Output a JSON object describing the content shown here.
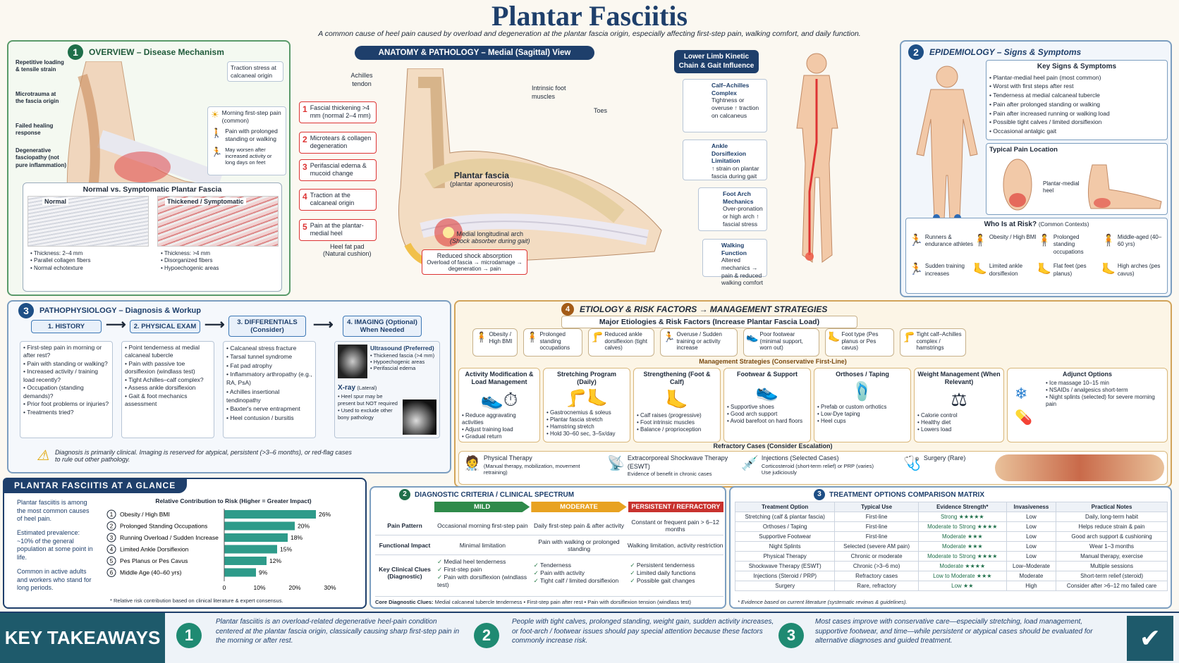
{
  "title": "Plantar Fasciitis",
  "subtitle": "A common cause of heel pain caused by overload and degeneration at the plantar fascia origin, especially affecting first-step pain, walking comfort, and daily function.",
  "overview": {
    "num": "1",
    "title": "OVERVIEW – Disease Mechanism",
    "labels": [
      "Repetitive loading & tensile strain",
      "Microtrauma at the fascia origin",
      "Failed healing response",
      "Degenerative fasciopathy (not pure inflammation)"
    ],
    "traction": "Traction stress at calcaneal origin",
    "symptoms": [
      "Morning first-step pain (common)",
      "Pain with prolonged standing or walking",
      "May worsen after increased activity or long days on feet"
    ],
    "compare_title": "Normal vs. Symptomatic Plantar Fascia",
    "normal_label": "Normal",
    "thick_label": "Thickened / Symptomatic",
    "normal_items": [
      "Thickness: 2–4 mm",
      "Parallel collagen fibers",
      "Normal echotexture"
    ],
    "thick_items": [
      "Thickness: >4 mm",
      "Disorganized fibers",
      "Hypoechogenic areas"
    ]
  },
  "anatomy": {
    "title": "ANATOMY & PATHOLOGY – Medial (Sagittal) View",
    "achilles": "Achilles tendon",
    "intrinsic": "Intrinsic foot muscles",
    "toes": "Toes",
    "fascia": "Plantar fascia",
    "fascia_sub": "(plantar aponeurosis)",
    "arch": "Medial longitudinal arch",
    "arch_sub": "(Shock absorber during gait)",
    "heelpad": "Heel fat pad",
    "heelpad_sub": "(Natural cushion)",
    "shock": "Reduced shock absorption",
    "shock_sub": "Overload of fascia → microdamage → degeneration → pain",
    "path": [
      {
        "n": "1",
        "t": "Fascial thickening >4 mm (normal 2–4 mm)"
      },
      {
        "n": "2",
        "t": "Microtears & collagen degeneration"
      },
      {
        "n": "3",
        "t": "Perifascial edema & mucoid change"
      },
      {
        "n": "4",
        "t": "Traction at the calcaneal origin"
      },
      {
        "n": "5",
        "t": "Pain at the plantar-medial heel"
      }
    ]
  },
  "kinetic": {
    "title": "Lower Limb Kinetic Chain & Gait Influence",
    "items": [
      {
        "t": "Calf–Achilles Complex",
        "d": "Tightness or overuse ↑ traction on calcaneus"
      },
      {
        "t": "Ankle Dorsiflexion Limitation",
        "d": "↑ strain on plantar fascia during gait"
      },
      {
        "t": "Foot Arch Mechanics",
        "d": "Over-pronation or high arch ↑ fascial stress"
      },
      {
        "t": "Walking Function",
        "d": "Altered mechanics → pain & reduced walking comfort"
      }
    ]
  },
  "epi": {
    "num": "2",
    "title": "EPIDEMIOLOGY – Signs & Symptoms",
    "signs_title": "Key Signs & Symptoms",
    "signs": [
      "Plantar-medial heel pain (most common)",
      "Worst with first steps after rest",
      "Tenderness at medial calcaneal tubercle",
      "Pain after prolonged standing or walking",
      "Pain after increased running or walking load",
      "Possible tight calves / limited dorsiflexion",
      "Occasional antalgic gait"
    ],
    "pain_title": "Typical Pain Location",
    "pain_label": "Plantar-medial heel",
    "risk_title": "Who Is at Risk?",
    "risk_sub": "(Common Contexts)",
    "risk": [
      "Runners & endurance athletes",
      "Obesity / High BMI",
      "Prolonged standing occupations",
      "Middle-aged (40–60 yrs)",
      "Sudden training increases",
      "Limited ankle dorsiflexion",
      "Flat feet (pes planus)",
      "High arches (pes cavus)"
    ]
  },
  "patho": {
    "num": "3",
    "title": "PATHOPHYSIOLOGY – Diagnosis & Workup",
    "steps": [
      "1. HISTORY",
      "2. PHYSICAL EXAM",
      "3. DIFFERENTIALS (Consider)",
      "4. IMAGING (Optional) When Needed"
    ],
    "history": [
      "First-step pain in morning or after rest?",
      "Pain with standing or walking?",
      "Increased activity / training load recently?",
      "Occupation (standing demands)?",
      "Prior foot problems or injuries?",
      "Treatments tried?"
    ],
    "exam": [
      "Point tenderness at medial calcaneal tubercle",
      "Pain with passive toe dorsiflexion (windlass test)",
      "Tight Achilles–calf complex?",
      "Assess ankle dorsiflexion",
      "Gait & foot mechanics assessment"
    ],
    "diff": [
      "Calcaneal stress fracture",
      "Tarsal tunnel syndrome",
      "Fat pad atrophy",
      "Inflammatory arthropathy (e.g., RA, PsA)",
      "Achilles insertional tendinopathy",
      "Baxter's nerve entrapment",
      "Heel contusion / bursitis"
    ],
    "us_title": "Ultrasound (Preferred)",
    "us": [
      "Thickened fascia (>4 mm)",
      "Hypoechogenic areas",
      "Perifascial edema"
    ],
    "xray_title": "X-ray",
    "xray_sub": "(Lateral)",
    "xray": [
      "Heel spur may be present but NOT required",
      "Used to exclude other bony pathology"
    ],
    "note": "Diagnosis is primarily clinical. Imaging is reserved for atypical, persistent (>3–6 months), or red-flag cases to rule out other pathology."
  },
  "etio": {
    "num": "4",
    "title": "ETIOLOGY & RISK FACTORS → MANAGEMENT STRATEGIES",
    "major": "Major Etiologies & Risk Factors (Increase Plantar Fascia Load)",
    "factors": [
      "Obesity / High BMI",
      "Prolonged standing occupations",
      "Reduced ankle dorsiflexion (tight calves)",
      "Overuse / Sudden training or activity increase",
      "Poor footwear (minimal support, worn out)",
      "Foot type (Pes planus or Pes cavus)",
      "Tight calf–Achilles complex / hamstrings"
    ],
    "mgmt_title": "Management Strategies (Conservative First-Line)",
    "mgmt": [
      {
        "t": "Activity Modification & Load Management",
        "i": [
          "Reduce aggravating activities",
          "Adjust training load",
          "Gradual return"
        ]
      },
      {
        "t": "Stretching Program (Daily)",
        "i": [
          "Gastrocnemius & soleus",
          "Plantar fascia stretch",
          "Hamstring stretch",
          "Hold 30–60 sec, 3–5x/day"
        ]
      },
      {
        "t": "Strengthening (Foot & Calf)",
        "i": [
          "Calf raises (progressive)",
          "Foot intrinsic muscles",
          "Balance / proprioception"
        ]
      },
      {
        "t": "Footwear & Support",
        "i": [
          "Supportive shoes",
          "Good arch support",
          "Avoid barefoot on hard floors"
        ]
      },
      {
        "t": "Orthoses / Taping",
        "i": [
          "Prefab or custom orthotics",
          "Low-Dye taping",
          "Heel cups"
        ]
      },
      {
        "t": "Weight Management (When Relevant)",
        "i": [
          "Calorie control",
          "Healthy diet",
          "Lowers load"
        ]
      },
      {
        "t": "Adjunct Options",
        "i": [
          "Ice massage 10–15 min",
          "NSAIDs / analgesics short-term",
          "Night splints (selected) for severe morning pain"
        ]
      }
    ],
    "refractory": "Refractory Cases (Consider Escalation)",
    "ref": [
      {
        "t": "Physical Therapy",
        "d": "(Manual therapy, mobilization, movement retraining)"
      },
      {
        "t": "Extracorporeal Shockwave Therapy (ESWT)",
        "d": "Evidence of benefit in chronic cases"
      },
      {
        "t": "Injections (Selected Cases)",
        "d": "Corticosteroid (short-term relief) or PRP (varies) Use judiciously"
      },
      {
        "t": "Surgery (Rare)",
        "d": ""
      }
    ]
  },
  "glance": {
    "title": "PLANTAR FASCIITIS AT A GLANCE",
    "p1": "Plantar fasciitis is among the most common causes of heel pain.",
    "p2": "Estimated prevalence: ~10% of the general population at some point in life.",
    "p3": "Common in active adults and workers who stand for long periods.",
    "chart_title": "Relative Contribution to Risk (Higher = Greater Impact)",
    "footnote": "* Relative risk contribution based on clinical literature & expert consensus."
  },
  "chart_data": {
    "type": "bar",
    "orientation": "horizontal",
    "title": "Relative Contribution to Risk (Higher = Greater Impact)",
    "categories": [
      "Obesity / High BMI",
      "Prolonged Standing Occupations",
      "Running Overload / Sudden Increase",
      "Limited Ankle Dorsiflexion",
      "Pes Planus or Pes Cavus",
      "Middle Age (40–60 yrs)"
    ],
    "values": [
      26,
      20,
      18,
      15,
      12,
      9
    ],
    "labels": [
      "26%",
      "20%",
      "18%",
      "15%",
      "12%",
      "9%"
    ],
    "ranks": [
      "1",
      "2",
      "3",
      "4",
      "5",
      "6"
    ],
    "xlim": [
      0,
      30
    ],
    "ticks": [
      "0",
      "10%",
      "20%",
      "30%"
    ],
    "color": "#2e9b8a"
  },
  "criteria": {
    "num": "2",
    "title": "DIAGNOSTIC CRITERIA / CLINICAL SPECTRUM",
    "cols": [
      "MILD",
      "MODERATE",
      "PERSISTENT / REFRACTORY"
    ],
    "rows": [
      {
        "h": "Pain Pattern",
        "c": [
          "Occasional morning first-step pain",
          "Daily first-step pain & after activity",
          "Constant or frequent pain > 6–12 months"
        ]
      },
      {
        "h": "Functional Impact",
        "c": [
          "Minimal limitation",
          "Pain with walking or prolonged standing",
          "Walking limitation, activity restriction"
        ]
      }
    ],
    "clues_h": "Key Clinical Clues (Diagnostic)",
    "clues": [
      [
        "Medial heel tenderness",
        "First-step pain",
        "Pain with dorsiflexion (windlass test)"
      ],
      [
        "Tenderness",
        "Pain with activity",
        "Tight calf / limited dorsiflexion"
      ],
      [
        "Persistent tenderness",
        "Limited daily functions",
        "Possible gait changes"
      ]
    ],
    "core": "Core Diagnostic Clues:",
    "core_items": "Medial calcaneal tubercle tenderness  •  First-step pain after rest  •  Pain with dorsiflexion tension (windlass test)"
  },
  "treat": {
    "num": "3",
    "title": "TREATMENT OPTIONS COMPARISON MATRIX",
    "headers": [
      "Treatment Option",
      "Typical Use",
      "Evidence Strength*",
      "Invasiveness",
      "Practical Notes"
    ],
    "rows": [
      [
        "Stretching (calf & plantar fascia)",
        "First-line",
        "Strong ★★★★★",
        "Low",
        "Daily, long-term habit"
      ],
      [
        "Orthoses / Taping",
        "First-line",
        "Moderate to Strong ★★★★",
        "Low",
        "Helps reduce strain & pain"
      ],
      [
        "Supportive Footwear",
        "First-line",
        "Moderate ★★★",
        "Low",
        "Good arch support & cushioning"
      ],
      [
        "Night Splints",
        "Selected (severe AM pain)",
        "Moderate ★★★",
        "Low",
        "Wear 1–3 months"
      ],
      [
        "Physical Therapy",
        "Chronic or moderate",
        "Moderate to Strong ★★★★",
        "Low",
        "Manual therapy, exercise"
      ],
      [
        "Shockwave Therapy (ESWT)",
        "Chronic (>3–6 mo)",
        "Moderate ★★★★",
        "Low–Moderate",
        "Multiple sessions"
      ],
      [
        "Injections (Steroid / PRP)",
        "Refractory cases",
        "Low to Moderate ★★★",
        "Moderate",
        "Short-term relief (steroid)"
      ],
      [
        "Surgery",
        "Rare, refractory",
        "Low ★★",
        "High",
        "Consider after >6–12 mo failed care"
      ]
    ],
    "foot": "* Evidence based on current literature (systematic reviews & guidelines)."
  },
  "takeaways": {
    "title": "KEY TAKEAWAYS",
    "items": [
      {
        "n": "1",
        "t": "Plantar fasciitis is an overload-related degenerative heel-pain condition centered at the plantar fascia origin, classically causing sharp first-step pain in the morning or after rest."
      },
      {
        "n": "2",
        "t": "People with tight calves, prolonged standing, weight gain, sudden activity increases, or foot-arch / footwear issues should pay special attention because these factors commonly increase risk."
      },
      {
        "n": "3",
        "t": "Most cases improve with conservative care—especially stretching, load management, supportive footwear, and time—while persistent or atypical cases should be evaluated for alternative diagnoses and guided treatment."
      }
    ]
  }
}
